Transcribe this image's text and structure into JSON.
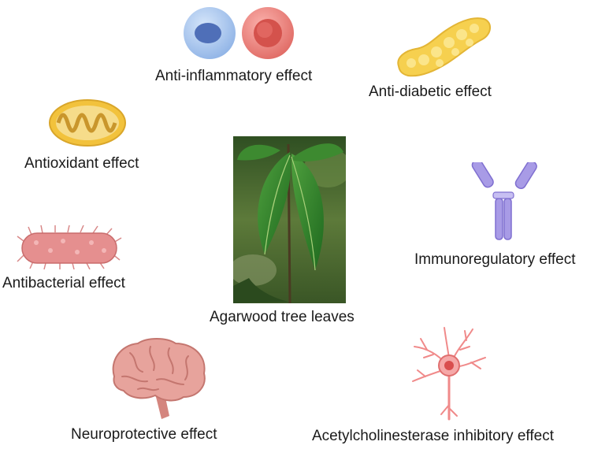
{
  "center": {
    "label": "Agarwood tree leaves",
    "icon": "agarwood-leaves-photo"
  },
  "effects": {
    "anti_inflammatory": {
      "label": "Anti-inflammatory effect",
      "icon": "blood-cells-icon"
    },
    "anti_diabetic": {
      "label": "Anti-diabetic effect",
      "icon": "pancreas-icon"
    },
    "antioxidant": {
      "label": "Antioxidant effect",
      "icon": "mitochondrion-icon"
    },
    "immunoregulatory": {
      "label": "Immunoregulatory effect",
      "icon": "antibody-icon"
    },
    "antibacterial": {
      "label": "Antibacterial effect",
      "icon": "bacterium-icon"
    },
    "neuroprotective": {
      "label": "Neuroprotective effect",
      "icon": "brain-icon"
    },
    "acetylcholinesterase": {
      "label": "Acetylcholinesterase inhibitory effect",
      "icon": "neuron-icon"
    }
  },
  "colors": {
    "white_cell": "#a9c8ee",
    "red_cell": "#ef7c76",
    "pancreas": "#f6d04f",
    "mitochondrion": "#f2c23c",
    "antibody": "#a89be6",
    "bacterium": "#e58f8f",
    "brain": "#e7a39c",
    "neuron": "#f08a8a",
    "leaf": "#2f7d2a"
  }
}
